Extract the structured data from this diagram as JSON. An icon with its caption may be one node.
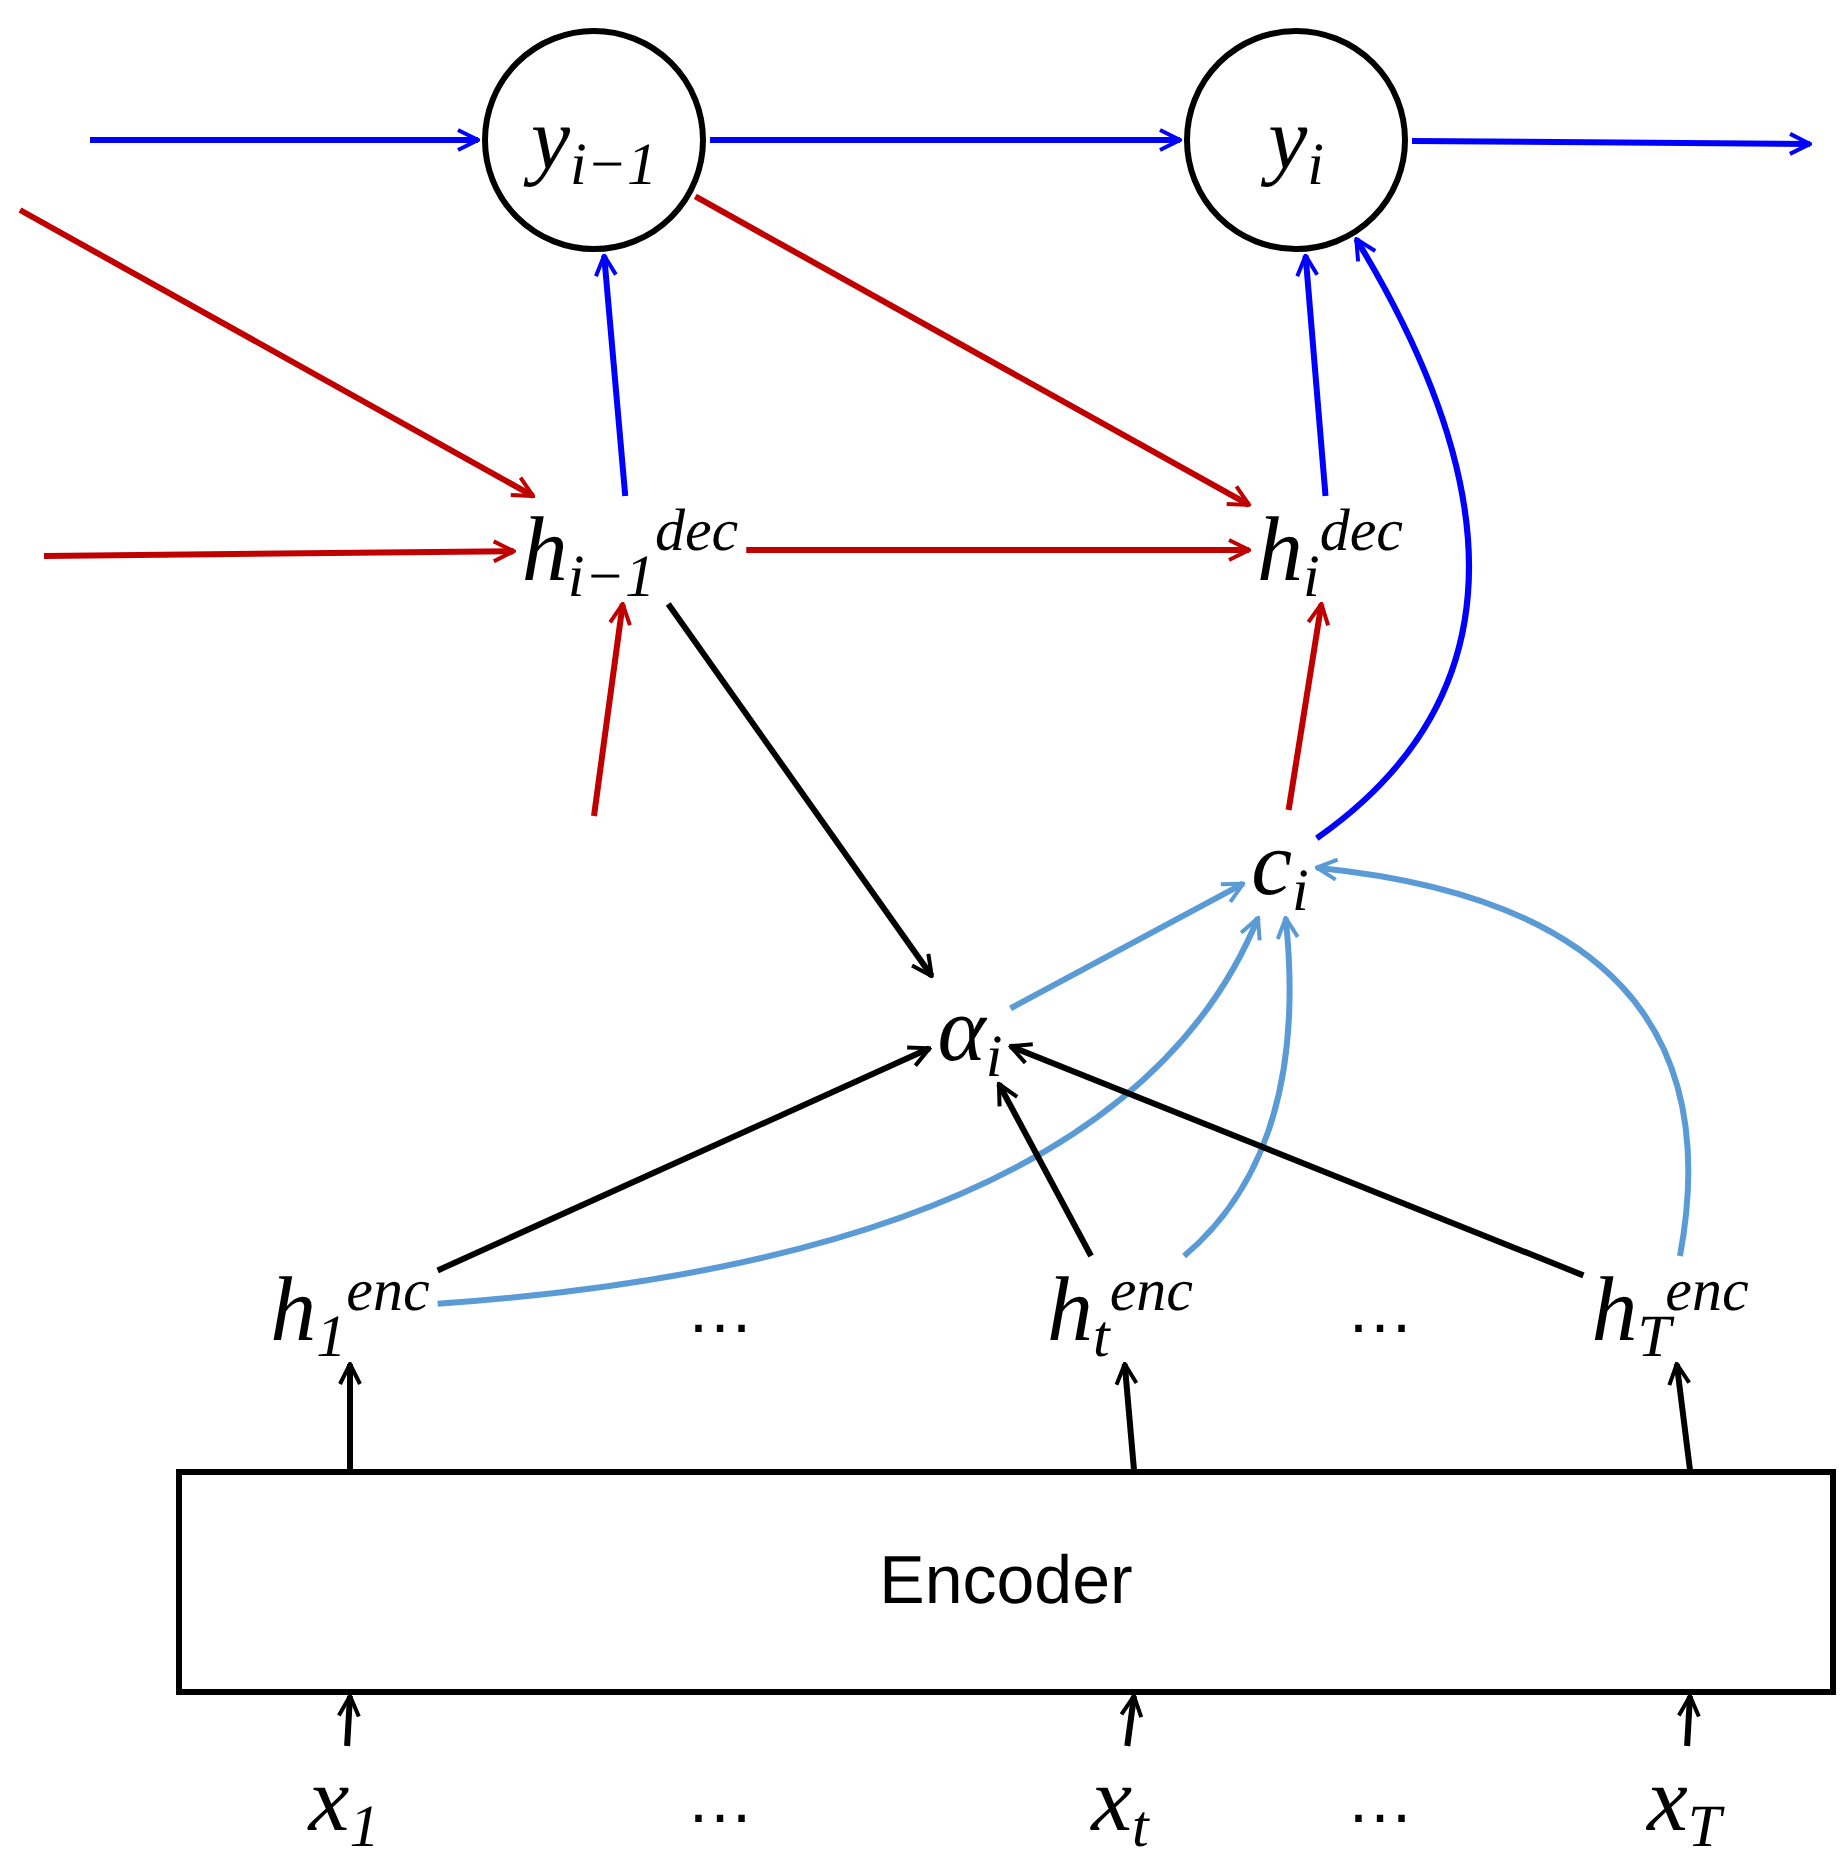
{
  "diagram": {
    "nodes": [
      {
        "text": [
          "y$_{i−1}$"
        ]
      },
      {
        "text": [
          "y$_{i}$"
        ]
      },
      {
        "text": [
          "h$_{i−1}$$^{dec}$"
        ]
      },
      {
        "text": [
          "h$_{i}$$^{dec}$"
        ]
      },
      {
        "text": [
          "c$_{i}$"
        ]
      },
      {
        "text": [
          "α$_{i}$"
        ]
      },
      {
        "text": [
          "h$_{1}$$^{enc}$"
        ]
      },
      {
        "text": [
          "h$_{t}$$^{enc}$"
        ]
      },
      {
        "text": [
          "h$_{T}$$^{enc}$"
        ]
      },
      {
        "text": [
          "Encoder"
        ]
      },
      {
        "text": [
          "x$_{1}$"
        ]
      },
      {
        "text": [
          "x$_{t}$"
        ]
      },
      {
        "text": [
          "x$_{T}$"
        ]
      }
    ],
    "edges": [
      {
        "from": null,
        "to": 0,
        "arrow": "to",
        "color": "#0000ff"
      },
      {
        "from": 0,
        "to": 1,
        "arrow": "to",
        "color": "#0000ff"
      },
      {
        "from": 1,
        "to": null,
        "arrow": "to",
        "color": "#0000ff"
      },
      {
        "from": null,
        "to": 2,
        "arrow": "to",
        "color": "#c00000"
      },
      {
        "from": null,
        "to": 2,
        "arrow": "to",
        "color": "#c00000"
      },
      {
        "from": 2,
        "to": 0,
        "arrow": "to",
        "color": "#0000ff"
      },
      {
        "from": 0,
        "to": 3,
        "arrow": "to",
        "color": "#c00000"
      },
      {
        "from": 2,
        "to": 3,
        "arrow": "to",
        "color": "#c00000"
      },
      {
        "from": 3,
        "to": 1,
        "arrow": "to",
        "color": "#0000ff"
      },
      {
        "from": null,
        "to": 2,
        "arrow": "to",
        "color": "#c00000"
      },
      {
        "from": 4,
        "to": 3,
        "arrow": "to",
        "color": "#c00000"
      },
      {
        "from": 4,
        "to": 1,
        "arrow": "to",
        "color": "#0000ff"
      },
      {
        "from": 2,
        "to": 5,
        "arrow": "to"
      },
      {
        "from": 5,
        "to": 4,
        "arrow": "to",
        "color": "#5b9bd5"
      },
      {
        "from": 6,
        "to": 4,
        "arrow": "to",
        "color": "#5b9bd5"
      },
      {
        "from": 7,
        "to": 4,
        "arrow": "to",
        "color": "#5b9bd5"
      },
      {
        "from": 8,
        "to": 4,
        "arrow": "to",
        "color": "#5b9bd5"
      },
      {
        "from": 6,
        "to": 5,
        "arrow": "to"
      },
      {
        "from": 7,
        "to": 5,
        "arrow": "to"
      },
      {
        "from": 8,
        "to": 5,
        "arrow": "to"
      },
      {
        "from": 9,
        "to": 6,
        "arrow": "to"
      },
      {
        "from": 9,
        "to": 7,
        "arrow": "to"
      },
      {
        "from": 9,
        "to": 8,
        "arrow": "to"
      },
      {
        "from": 10,
        "to": 9,
        "arrow": "to"
      },
      {
        "from": 11,
        "to": 9,
        "arrow": "to"
      },
      {
        "from": 12,
        "to": 9,
        "arrow": "to"
      }
    ],
    "labels": [
      "…",
      "…",
      "…",
      "…"
    ]
  }
}
